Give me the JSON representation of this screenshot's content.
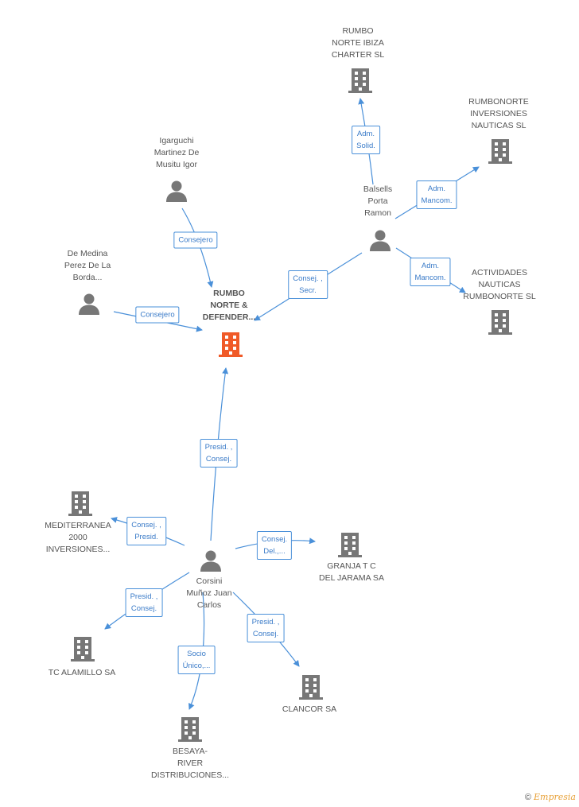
{
  "colors": {
    "link": "#4a90d9",
    "node": "#777777",
    "main_node": "#f05a28"
  },
  "nodes": {
    "rumbo_defender": {
      "label": "RUMBO\nNORTE &\nDEFENDER...",
      "icon": "building-icon"
    },
    "rumbo_ibiza": {
      "label": "RUMBO\nNORTE IBIZA\nCHARTER  SL",
      "icon": "building-icon"
    },
    "rumbonorte_inv": {
      "label": "RUMBONORTE\nINVERSIONES\nNAUTICAS SL",
      "icon": "building-icon"
    },
    "actividades": {
      "label": "ACTIVIDADES\nNAUTICAS\nRUMBONORTE SL",
      "icon": "building-icon"
    },
    "igarguchi": {
      "label": "Igarguchi\nMartinez De\nMusitu Igor",
      "icon": "person-icon"
    },
    "balsells": {
      "label": "Balsells\nPorta\nRamon",
      "icon": "person-icon"
    },
    "de_medina": {
      "label": "De Medina\nPerez De La\nBorda...",
      "icon": "person-icon"
    },
    "corsini": {
      "label": "Corsini\nMuñoz Juan\nCarlos",
      "icon": "person-icon"
    },
    "mediterranea": {
      "label": "MEDITERRANEA\n2000\nINVERSIONES...",
      "icon": "building-icon"
    },
    "granja": {
      "label": "GRANJA T C\nDEL JARAMA SA",
      "icon": "building-icon"
    },
    "tc_alamillo": {
      "label": "TC ALAMILLO SA",
      "icon": "building-icon"
    },
    "clancor": {
      "label": "CLANCOR SA",
      "icon": "building-icon"
    },
    "besaya": {
      "label": "BESAYA-\nRIVER\nDISTRIBUCIONES...",
      "icon": "building-icon"
    }
  },
  "edges": [
    {
      "id": "igarguchi-defender",
      "label": "Consejero"
    },
    {
      "id": "demedina-defender",
      "label": "Consejero"
    },
    {
      "id": "balsells-defender",
      "label": "Consej. ,\nSecr."
    },
    {
      "id": "balsells-ibiza",
      "label": "Adm.\nSolid."
    },
    {
      "id": "balsells-inv",
      "label": "Adm.\nMancom."
    },
    {
      "id": "balsells-actividades",
      "label": "Adm.\nMancom."
    },
    {
      "id": "corsini-defender",
      "label": "Presid. ,\nConsej."
    },
    {
      "id": "corsini-mediterranea",
      "label": "Consej. ,\nPresid."
    },
    {
      "id": "corsini-granja",
      "label": "Consej.\nDel.,..."
    },
    {
      "id": "corsini-alamillo",
      "label": "Presid. ,\nConsej."
    },
    {
      "id": "corsini-clancor",
      "label": "Presid. ,\nConsej."
    },
    {
      "id": "corsini-besaya",
      "label": "Socio\nÚnico,..."
    }
  ],
  "footer": {
    "copyright": "©",
    "brand": "Empresia"
  }
}
